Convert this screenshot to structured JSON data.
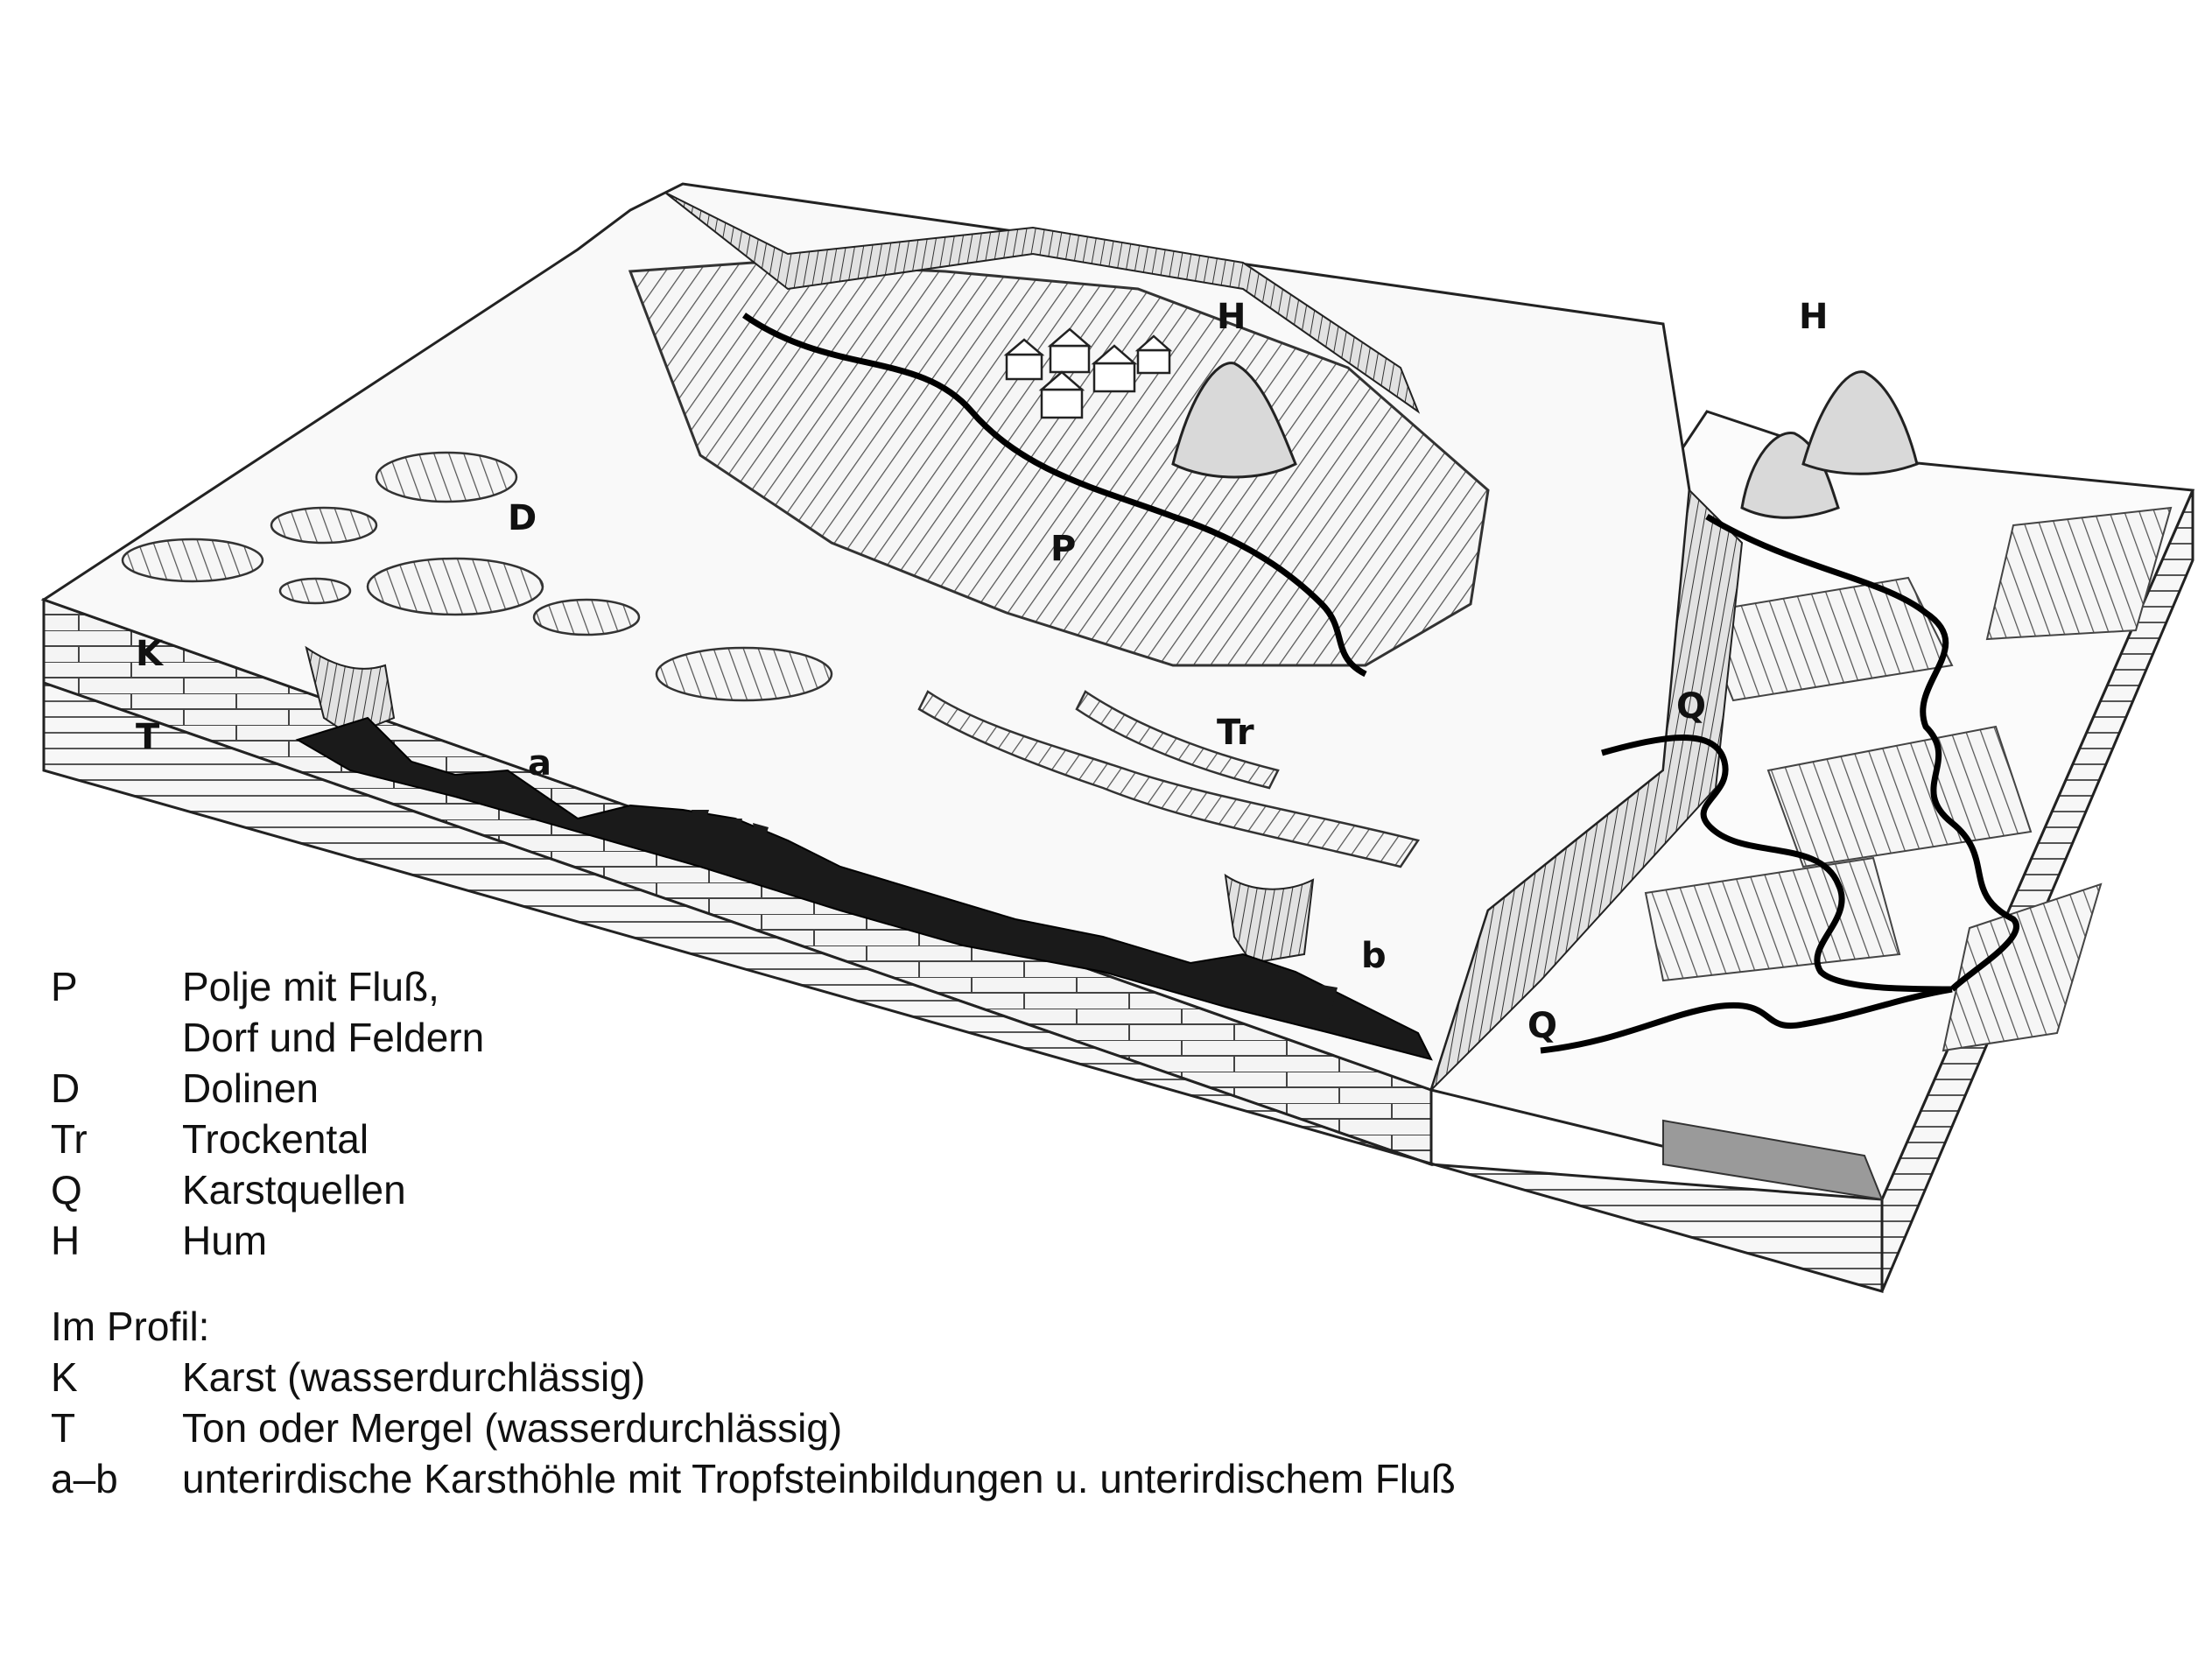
{
  "labels": {
    "P": "P",
    "H1": "H",
    "H2": "H",
    "D": "D",
    "K": "K",
    "T": "T",
    "Tr": "Tr",
    "a": "a",
    "b": "b",
    "Q1": "Q",
    "Q2": "Q"
  },
  "legend": [
    {
      "key": "P",
      "text": "Polje mit Fluß,"
    },
    {
      "key": "",
      "text": "Dorf und Feldern"
    },
    {
      "key": "D",
      "text": "Dolinen"
    },
    {
      "key": "Tr",
      "text": "Trockental"
    },
    {
      "key": "Q",
      "text": "Karstquellen"
    },
    {
      "key": "H",
      "text": "Hum"
    }
  ],
  "profile_heading": "Im Profil:",
  "profile": [
    {
      "key": "K",
      "text": "Karst (wasserdurchlässig)"
    },
    {
      "key": "T",
      "text": "Ton oder Mergel (wasserdurchlässig)"
    },
    {
      "key": "a–b",
      "text": "unterirdische Karsthöhle mit Tropfsteinbildungen u. unterirdischem Fluß"
    }
  ]
}
